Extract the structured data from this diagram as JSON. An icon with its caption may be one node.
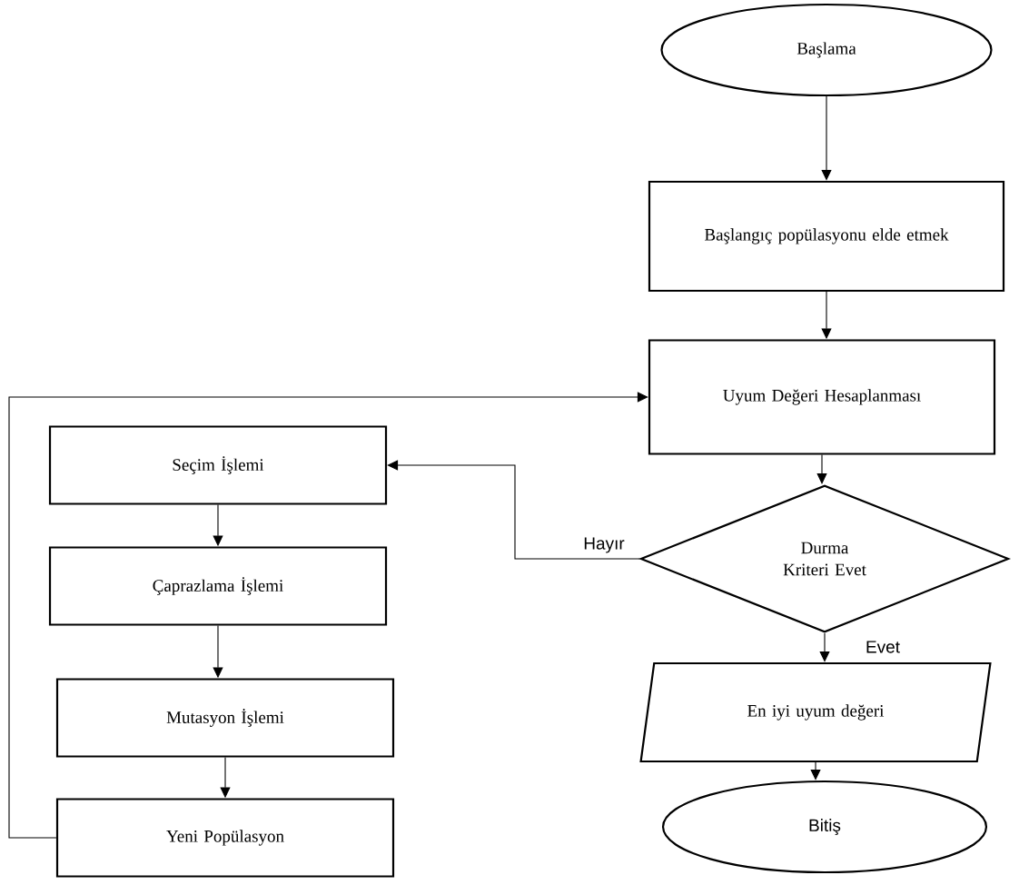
{
  "diagram": {
    "nodes": [
      {
        "text": [
          "Başlama"
        ]
      },
      {
        "text": [
          "Başlangıç popülasyonu elde etmek"
        ]
      },
      {
        "text": [
          "Uyum Değeri Hesaplanması"
        ]
      },
      {
        "text": [
          "Durma Kriteri Evet"
        ]
      },
      {
        "text": [
          "En iyi uyum değeri"
        ]
      },
      {
        "text": [
          "Bitiş"
        ]
      },
      {
        "text": [
          "Seçim İşlemi"
        ]
      },
      {
        "text": [
          "Çaprazlama İşlemi"
        ]
      },
      {
        "text": [
          "Mutasyon İşlemi"
        ]
      },
      {
        "text": [
          "Yeni Popülasyon"
        ]
      }
    ],
    "edges": [
      {
        "from": 0,
        "to": 1,
        "arrow": "to"
      },
      {
        "from": 1,
        "to": 2,
        "arrow": "to"
      },
      {
        "from": 2,
        "to": 3,
        "arrow": "to"
      },
      {
        "from": 3,
        "to": 4,
        "arrow": "to",
        "label": "Evet"
      },
      {
        "from": 4,
        "to": 5,
        "arrow": "to"
      },
      {
        "from": 3,
        "to": 6,
        "arrow": "to",
        "label": "Hayır"
      },
      {
        "from": 6,
        "to": 7,
        "arrow": "to"
      },
      {
        "from": 7,
        "to": 8,
        "arrow": "to"
      },
      {
        "from": 8,
        "to": 9,
        "arrow": "to"
      },
      {
        "from": 9,
        "to": 2,
        "arrow": "to"
      }
    ]
  }
}
